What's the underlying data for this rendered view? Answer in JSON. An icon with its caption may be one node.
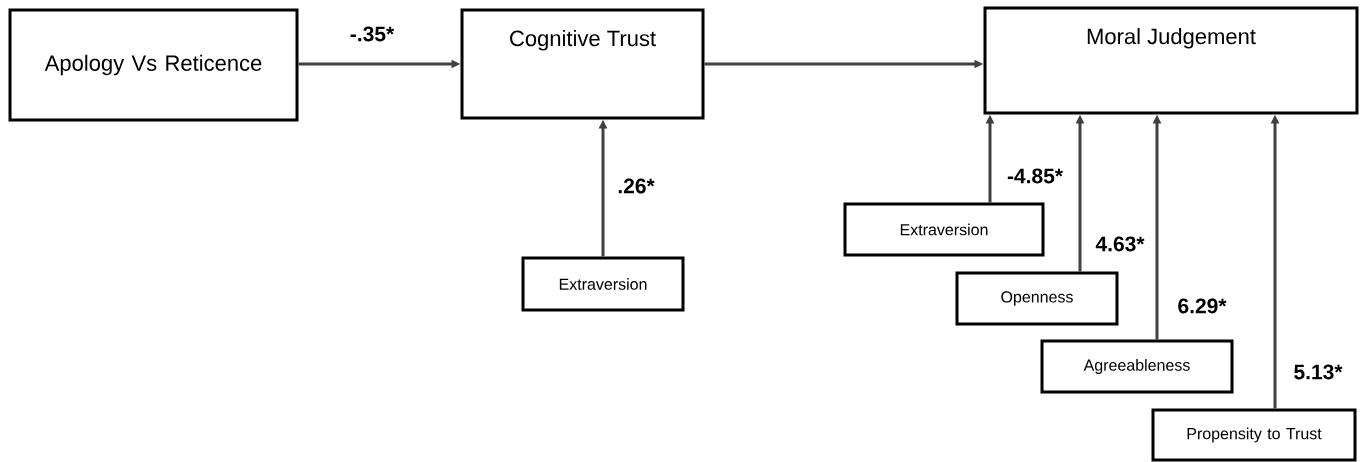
{
  "diagram": {
    "nodes": [
      {
        "text": [
          "Apology Vs Reticence"
        ]
      },
      {
        "text": [
          "Cognitive Trust"
        ]
      },
      {
        "text": [
          "Moral Judgement"
        ]
      },
      {
        "text": [
          "Extraversion"
        ]
      },
      {
        "text": [
          "Extraversion"
        ]
      },
      {
        "text": [
          "Openness"
        ]
      },
      {
        "text": [
          "Agreeableness"
        ]
      },
      {
        "text": [
          "Propensity to Trust"
        ]
      }
    ],
    "edges": [
      {
        "from": 0,
        "to": 1,
        "arrow": "to",
        "label": "-.35*"
      },
      {
        "from": 1,
        "to": 2,
        "arrow": "to"
      },
      {
        "from": 3,
        "to": 1,
        "arrow": "to",
        "label": ".26*"
      },
      {
        "from": 4,
        "to": 2,
        "arrow": "to",
        "label": "-4.85*"
      },
      {
        "from": 5,
        "to": 2,
        "arrow": "to",
        "label": "4.63*"
      },
      {
        "from": 6,
        "to": 2,
        "arrow": "to",
        "label": "6.29*"
      },
      {
        "from": 7,
        "to": 2,
        "arrow": "to",
        "label": "5.13*"
      }
    ]
  }
}
